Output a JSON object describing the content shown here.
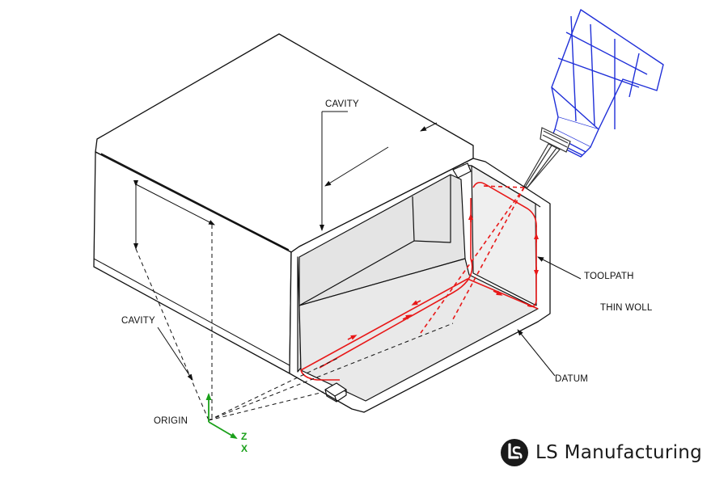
{
  "labels": {
    "cavity_top": "CAVITY",
    "cavity_left": "CAVITY",
    "toolpath": "TOOLPATH",
    "thin_wall": "THIN WOLL",
    "datum": "DATUM",
    "origin": "ORIGIN"
  },
  "axes": {
    "z": "Z",
    "x": "X"
  },
  "brand": {
    "name": "LS Manufacturing"
  },
  "colors": {
    "line": "#111111",
    "interior": "#e6e6e6",
    "toolpath": "#e81818",
    "spindle": "#1f2fd8",
    "axis": "#1aa01a"
  },
  "icons": [
    "ls-logo-icon",
    "spindle-icon",
    "axis-triad-icon"
  ]
}
